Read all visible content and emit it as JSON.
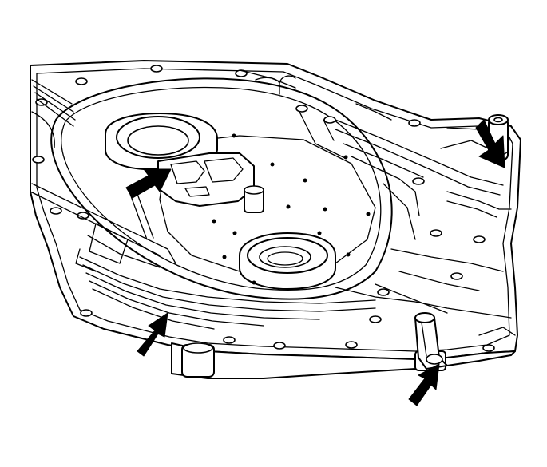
{
  "diagram": {
    "subject": "transmission-case-cover-gasket-illustration",
    "arrows": [
      {
        "name": "arrow-upper-right",
        "points_to": "case-stud-upper-right"
      },
      {
        "name": "arrow-center",
        "points_to": "channel-plate-boss"
      },
      {
        "name": "arrow-lower-left",
        "points_to": "gasket-edge"
      },
      {
        "name": "arrow-lower-right",
        "points_to": "dowel-pin"
      }
    ],
    "colors": {
      "line": "#000000",
      "background": "#ffffff"
    }
  }
}
